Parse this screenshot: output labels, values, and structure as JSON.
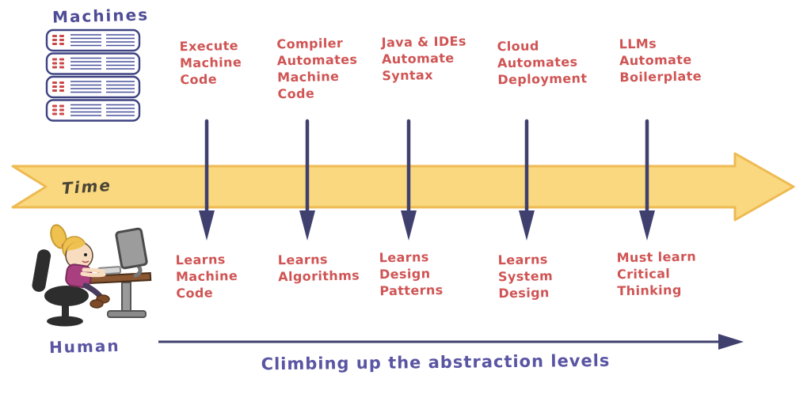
{
  "diagram": {
    "machines_label": "Machines",
    "human_label": "Human",
    "time_label": "Time",
    "caption": "Climbing up the abstraction levels",
    "columns": [
      {
        "automation": "Execute\nMachine\nCode",
        "human_learns": "Learns\nMachine\nCode"
      },
      {
        "automation": "Compiler\nAutomates\nMachine\nCode",
        "human_learns": "Learns\nAlgorithms"
      },
      {
        "automation": "Java & IDEs\nAutomate\nSyntax",
        "human_learns": "Learns\nDesign\nPatterns"
      },
      {
        "automation": "Cloud\nAutomates\nDeployment",
        "human_learns": "Learns\nSystem\nDesign"
      },
      {
        "automation": "LLMs\nAutomate\nBoilerplate",
        "human_learns": "Must learn\nCritical\nThinking"
      }
    ],
    "colors": {
      "red_text": "#d05454",
      "navy_arrow": "#40406f",
      "purple_text": "#5a55a3",
      "yellow_fill": "#f9d87f",
      "yellow_border": "#eeba52"
    }
  }
}
